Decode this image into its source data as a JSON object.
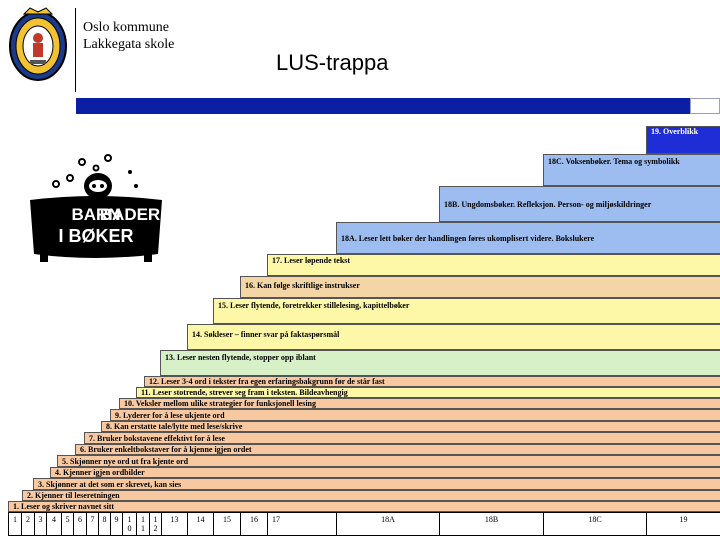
{
  "header": {
    "municipality": "Oslo kommune",
    "school": "Lakkegata skole",
    "title": "LUS-trappa"
  },
  "logo": {
    "mascot_text": [
      "BARN",
      "BADER",
      "I BØKER"
    ]
  },
  "steps": [
    {
      "label": "19. Overblikk"
    },
    {
      "label": "18C.  Voksenbøker.  Tema og symbolikk"
    },
    {
      "label": "18B.  Ungdomsbøker.  Refleksjon.  Person- og miljøskildringer"
    },
    {
      "label": "18A.  Leser lett bøker der handlingen føres ukomplisert videre.  Bokslukere"
    },
    {
      "label": "17.  Leser løpende tekst"
    },
    {
      "label": "16.  Kan følge skriftlige instrukser"
    },
    {
      "label": "15.  Leser flytende, foretrekker stillelesing, kapittelbøker"
    },
    {
      "label": "14.  Søkleser – finner svar på faktaspørsmål"
    },
    {
      "label": "13.  Leser nesten flytende, stopper opp iblant"
    },
    {
      "label": "12.  Leser 3-4 ord i tekster fra egen erfaringsbakgrunn før de står fast"
    },
    {
      "label": "11.  Leser stotrende, strever seg fram i teksten.  Bildeavhengig"
    },
    {
      "label": "10.  Veksler mellom ulike strategier for funksjonell lesing"
    },
    {
      "label": "9.  Lyderer for å lese ukjente ord"
    },
    {
      "label": "8.  Kan erstatte tale/lytte med lese/skrive"
    },
    {
      "label": "7.  Bruker bokstavene effektivt for å lese"
    },
    {
      "label": "6.  Bruker enkeltbokstaver for å kjenne igjen ordet"
    },
    {
      "label": "5.  Skjønner nye ord ut fra kjente ord"
    },
    {
      "label": "4.  Kjenner igjen ordbilder"
    },
    {
      "label": "3.  Skjønner at det som er skrevet, kan sies"
    },
    {
      "label": "2.  Kjenner til leseretningen"
    },
    {
      "label": "1.  Leser og skriver navnet sitt"
    }
  ],
  "axis": {
    "ticks": [
      "1",
      "2",
      "3",
      "4",
      "5",
      "6",
      "7",
      "8",
      "9",
      "1\n0",
      "1\n1",
      "1\n2",
      "13",
      "14",
      "15",
      "16",
      "17",
      "18A",
      "18B",
      "18C",
      "19"
    ]
  },
  "colors": {
    "accent_bar": "#0a1fa3",
    "step_blue": "#9dbdf0",
    "step_navy": "#1f2dd6",
    "step_yellow": "#fdf7a8",
    "step_green": "#d7f0c8",
    "step_orange": "#f8c9a0"
  }
}
